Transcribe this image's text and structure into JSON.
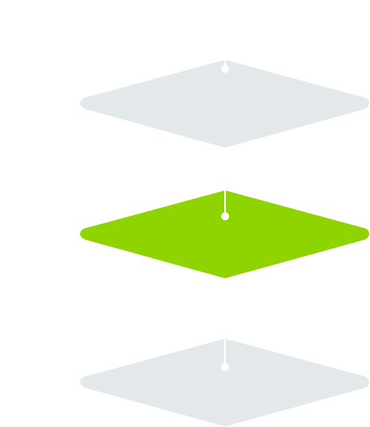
{
  "diagram": {
    "colors": {
      "background": "#ffffff",
      "inactive_layer": "#e3e8ea",
      "active_layer": "#8fd400",
      "connector": "#ffffff"
    },
    "layers": [
      {
        "id": "layer-top",
        "state": "inactive",
        "icon": "diamond-layer"
      },
      {
        "id": "layer-middle",
        "state": "active",
        "icon": "diamond-layer"
      },
      {
        "id": "layer-bottom",
        "state": "inactive",
        "icon": "diamond-layer"
      }
    ],
    "connectors": [
      {
        "id": "connector-top",
        "marker": "dot"
      },
      {
        "id": "connector-middle",
        "marker": "dot"
      },
      {
        "id": "connector-bottom",
        "marker": "dot"
      }
    ]
  }
}
